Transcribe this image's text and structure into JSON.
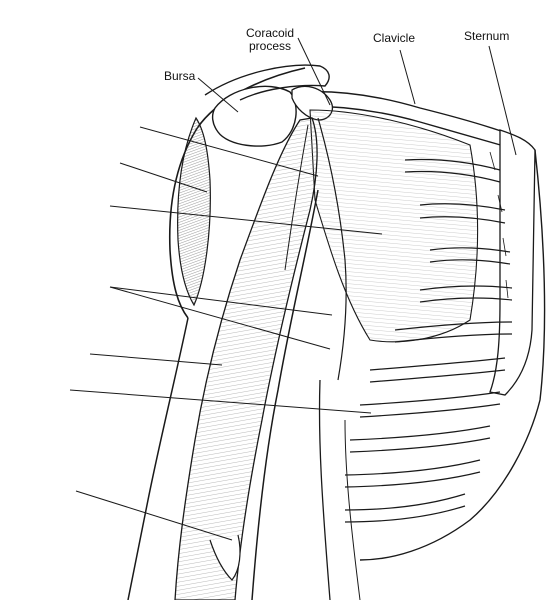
{
  "labels": {
    "coracoid_process_line1": "Coracoid",
    "coracoid_process_line2": "process",
    "clavicle": "Clavicle",
    "sternum": "Sternum",
    "bursa": "Bursa"
  },
  "colors": {
    "ink": "#1a1a1a",
    "paper": "#ffffff",
    "shade": "#6e6e6e"
  }
}
